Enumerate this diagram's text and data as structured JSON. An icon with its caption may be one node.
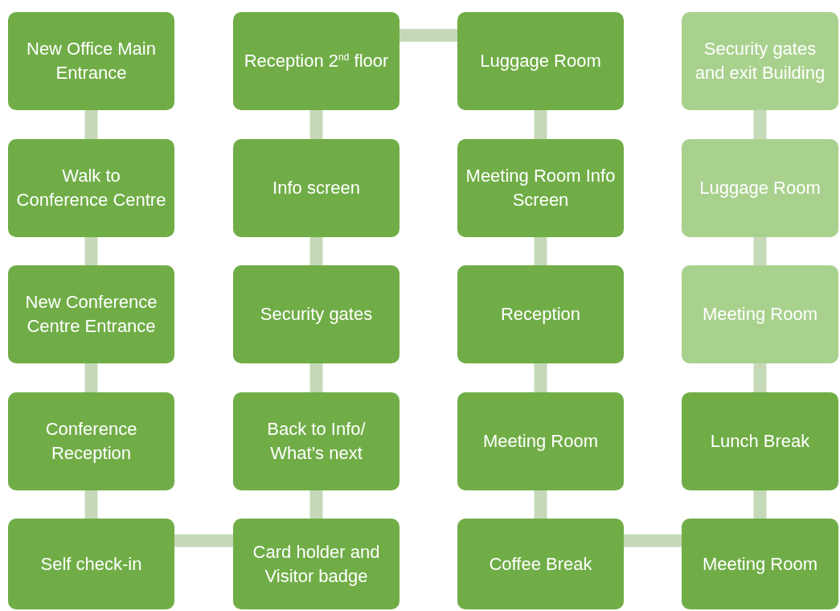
{
  "diagram": {
    "nodes": [
      {
        "text": [
          "New Office Main Entrance"
        ]
      },
      {
        "text": [
          "Reception 2$^{nd}$ floor"
        ]
      },
      {
        "text": [
          "Luggage Room"
        ]
      },
      {
        "text": [
          "Security gates and exit Building"
        ]
      },
      {
        "text": [
          "Walk to Conference Centre"
        ]
      },
      {
        "text": [
          "Info screen"
        ]
      },
      {
        "text": [
          "Meeting Room Info Screen"
        ]
      },
      {
        "text": [
          "Luggage Room"
        ]
      },
      {
        "text": [
          "New Conference Centre Entrance"
        ]
      },
      {
        "text": [
          "Security gates"
        ]
      },
      {
        "text": [
          "Reception"
        ]
      },
      {
        "text": [
          "Meeting Room"
        ]
      },
      {
        "text": [
          "Conference Reception"
        ]
      },
      {
        "text": [
          "Back to Info/ What’s next"
        ]
      },
      {
        "text": [
          "Meeting Room"
        ]
      },
      {
        "text": [
          "Lunch Break"
        ]
      },
      {
        "text": [
          "Self check-in"
        ]
      },
      {
        "text": [
          "Card holder and Visitor badge"
        ]
      },
      {
        "text": [
          "Coffee Break"
        ]
      },
      {
        "text": [
          "Meeting Room"
        ]
      }
    ],
    "edges": [
      {
        "from": 0,
        "to": 4,
        "arrow": "none"
      },
      {
        "from": 4,
        "to": 8,
        "arrow": "none"
      },
      {
        "from": 8,
        "to": 12,
        "arrow": "none"
      },
      {
        "from": 12,
        "to": 16,
        "arrow": "none"
      },
      {
        "from": 16,
        "to": 17,
        "arrow": "none"
      },
      {
        "from": 17,
        "to": 13,
        "arrow": "none"
      },
      {
        "from": 13,
        "to": 9,
        "arrow": "none"
      },
      {
        "from": 9,
        "to": 5,
        "arrow": "none"
      },
      {
        "from": 5,
        "to": 1,
        "arrow": "none"
      },
      {
        "from": 1,
        "to": 2,
        "arrow": "none"
      },
      {
        "from": 2,
        "to": 6,
        "arrow": "none"
      },
      {
        "from": 6,
        "to": 10,
        "arrow": "none"
      },
      {
        "from": 10,
        "to": 14,
        "arrow": "none"
      },
      {
        "from": 14,
        "to": 18,
        "arrow": "none"
      },
      {
        "from": 18,
        "to": 19,
        "arrow": "none"
      },
      {
        "from": 19,
        "to": 15,
        "arrow": "none"
      },
      {
        "from": 15,
        "to": 11,
        "arrow": "none"
      },
      {
        "from": 11,
        "to": 7,
        "arrow": "none"
      },
      {
        "from": 7,
        "to": 3,
        "arrow": "none"
      }
    ]
  }
}
